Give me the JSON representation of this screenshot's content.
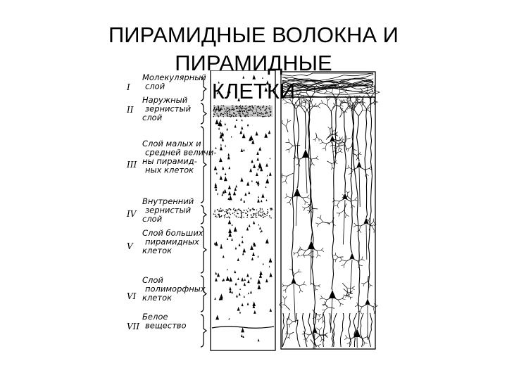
{
  "slide": {
    "title_line1": "ПИРАМИДНЫЕ ВОЛОКНА И ПИРАМИДНЫЕ",
    "title_line2": "КЛЕТКИ"
  },
  "diagram": {
    "layers": [
      {
        "numeral": "I",
        "lines": [
          "Молекулярный",
          "слой"
        ]
      },
      {
        "numeral": "II",
        "lines": [
          "Наружный",
          "зернистый",
          "слой"
        ]
      },
      {
        "numeral": "III",
        "lines": [
          "Слой малых и",
          "средней величи-",
          "ны пирамид-",
          "ных клеток"
        ]
      },
      {
        "numeral": "IV",
        "lines": [
          "Внутренний",
          "зернистый",
          "слой"
        ]
      },
      {
        "numeral": "V",
        "lines": [
          "Слой больших",
          "пирамидных",
          "клеток"
        ]
      },
      {
        "numeral": "VI",
        "lines": [
          "Слой",
          "полиморфных",
          "клеток"
        ]
      },
      {
        "numeral": "VII",
        "lines": [
          "Белое",
          "вещество"
        ]
      }
    ],
    "colors": {
      "ink": "#000000",
      "background": "#ffffff"
    }
  }
}
